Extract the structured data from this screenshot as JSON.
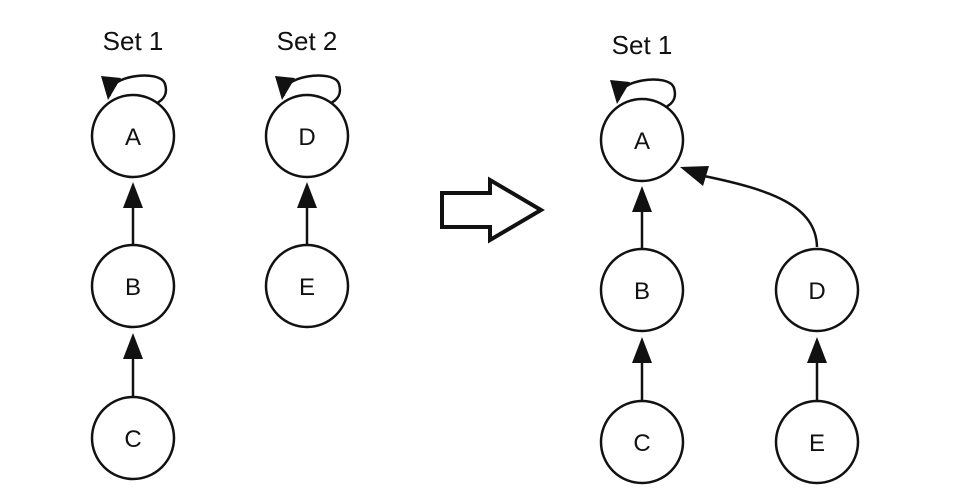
{
  "before": {
    "sets": [
      {
        "label": "Set 1",
        "nodes": [
          "A",
          "B",
          "C"
        ]
      },
      {
        "label": "Set 2",
        "nodes": [
          "D",
          "E"
        ]
      }
    ],
    "edges": [
      [
        "B",
        "A"
      ],
      [
        "C",
        "B"
      ],
      [
        "E",
        "D"
      ]
    ],
    "self_loops": [
      "A",
      "D"
    ]
  },
  "after": {
    "sets": [
      {
        "label": "Set 1",
        "nodes": [
          "A",
          "B",
          "C",
          "D",
          "E"
        ]
      }
    ],
    "edges": [
      [
        "B",
        "A"
      ],
      [
        "C",
        "B"
      ],
      [
        "D",
        "A"
      ],
      [
        "E",
        "D"
      ]
    ],
    "self_loops": [
      "A"
    ]
  },
  "transition_icon": "right-arrow-icon"
}
